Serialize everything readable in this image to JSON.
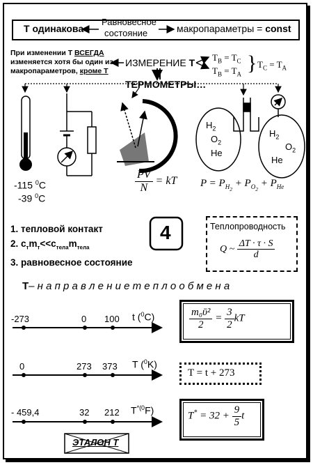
{
  "top": {
    "left": "T одинакова",
    "middle_line1": "Равновесное",
    "middle_line2": "состояние",
    "right_prefix": "макропараметры =",
    "right_const": "const"
  },
  "note": {
    "line1": "При изменении Т",
    "line1_u": "ВСЕГДА",
    "line2": "изменяется  хотя бы один из",
    "line3": "макропараметров,",
    "line3_u": "кроме Т"
  },
  "measure": {
    "label": "ИЗМЕРЕНИЕ",
    "var": "Т",
    "eq1": "T_B = T_C",
    "eq2": "T_B = T_A",
    "result": "T_C = T_A"
  },
  "thermometers": "ТЕРМОМЕТРЫ…",
  "temps": {
    "t1": "-115",
    "t2": "-39",
    "unit": "C",
    "deg": "0"
  },
  "formula_pv": {
    "num": "PV",
    "den": "N",
    "rhs": "= kT"
  },
  "formula_p": "P = P",
  "gases": {
    "left": [
      "H",
      "O",
      "He"
    ],
    "right": [
      "H",
      "O",
      "He"
    ]
  },
  "conditions": {
    "c1": "1. тепловой контакт",
    "c2": "2. c",
    "c2_rest": "<<c",
    "c3": "3. равновесное состояние"
  },
  "number_box": "4",
  "conduct": {
    "title": "Теплопроводность",
    "q": "Q ~",
    "num": "ΔT · τ · S",
    "den": "d"
  },
  "heading": {
    "t": "Т",
    "text": "– н а п р а в л е н и е     т е п л о о б м е н а"
  },
  "scales": [
    {
      "ticks": [
        "-273",
        "0",
        "100"
      ],
      "unit": "t (",
      "unit_deg": "0",
      "unit_end": "C)"
    },
    {
      "ticks": [
        "0",
        "273",
        "373"
      ],
      "unit": "T (",
      "unit_deg": "0",
      "unit_end": "K)"
    },
    {
      "ticks": [
        "- 459,4",
        "32",
        "212"
      ],
      "unit": "T",
      "unit_deg": "*(0",
      "unit_end": "F)"
    }
  ],
  "box1": {
    "num": "m₀ῡ²",
    "den": "2",
    "eq": "=",
    "fnum": "3",
    "fden": "2",
    "rhs": "kT"
  },
  "box2": "T = t + 273",
  "box3": {
    "lhs": "T",
    "sup": "*",
    "mid": "= 32 +",
    "fnum": "9",
    "fden": "5",
    "rhs": "t"
  },
  "etalon": "ЭТАЛОН Т"
}
